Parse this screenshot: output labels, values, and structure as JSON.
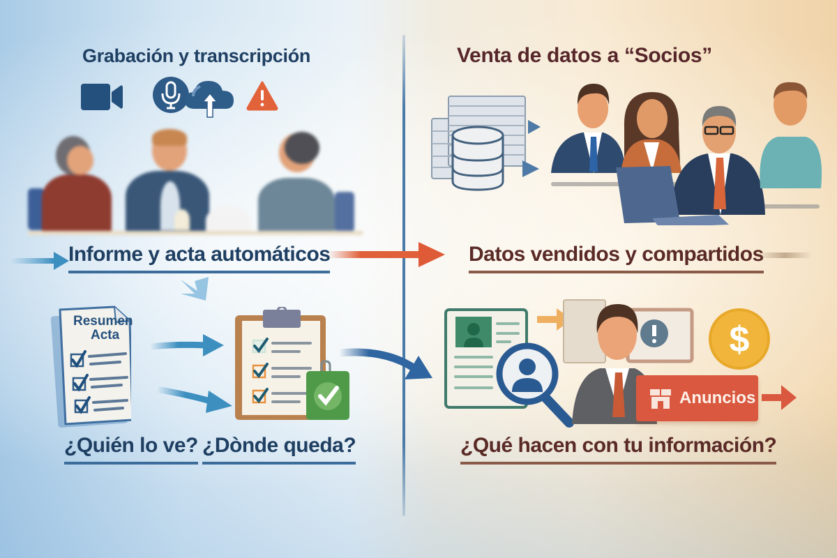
{
  "left_panel": {
    "title": "Grabación y transcripción",
    "icons": [
      "video-camera-icon",
      "microphone-icon",
      "cloud-upload-icon",
      "warning-icon"
    ],
    "scene": "blurred-meeting-three-people",
    "heading": "Informe y acta automáticos",
    "document": {
      "line1": "Resumen",
      "line2": "Acta",
      "checkboxes": 3
    },
    "clipboard": {
      "checkboxes": 3
    },
    "questions": [
      "¿Quién lo ve?",
      "¿Dònde queda?"
    ]
  },
  "right_panel": {
    "title": "Venta de datos a “Socios”",
    "scene": "database-to-partners-group",
    "heading": "Datos vendidos y compartidos",
    "ad_badge": "Anuncios",
    "icons": [
      "profile-card-icon",
      "magnifier-user-icon",
      "alert-icon",
      "dollar-coin-icon",
      "ads-store-icon"
    ],
    "question": "¿Qué hacen con tu información?"
  },
  "colors": {
    "blue_title": "#1f3f62",
    "brown_title": "#56262a",
    "accent_orange": "#e0603a",
    "accent_blue": "#3a78b0",
    "ad_red": "#d9583f",
    "coin_gold": "#e8a82a",
    "green_lock": "#4f9a48"
  }
}
